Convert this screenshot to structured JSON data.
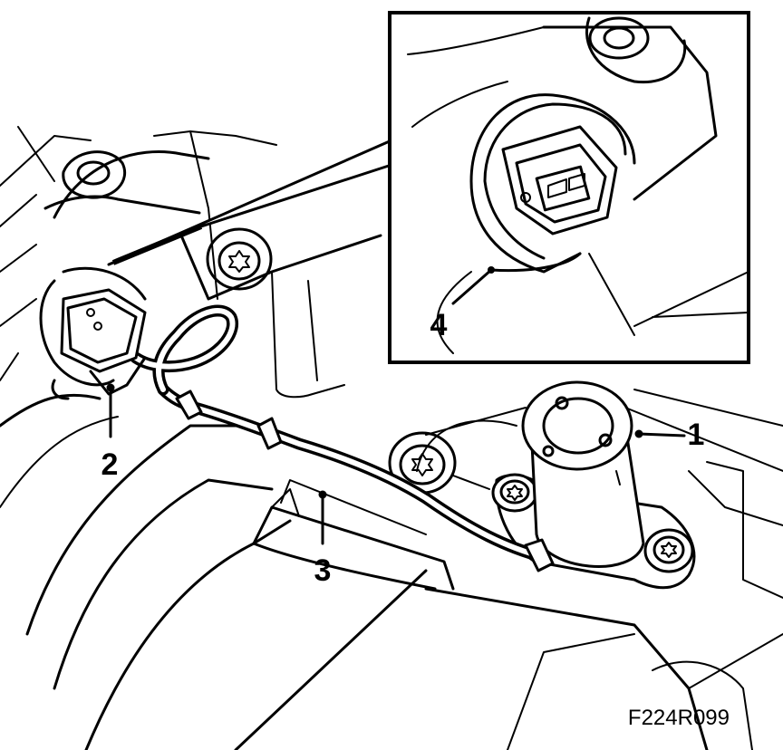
{
  "callouts": [
    {
      "id": "1",
      "label": "1"
    },
    {
      "id": "2",
      "label": "2"
    },
    {
      "id": "3",
      "label": "3"
    },
    {
      "id": "4",
      "label": "4"
    }
  ],
  "figure_code": "F224R099",
  "colors": {
    "ink": "#000000",
    "paper": "#ffffff"
  }
}
